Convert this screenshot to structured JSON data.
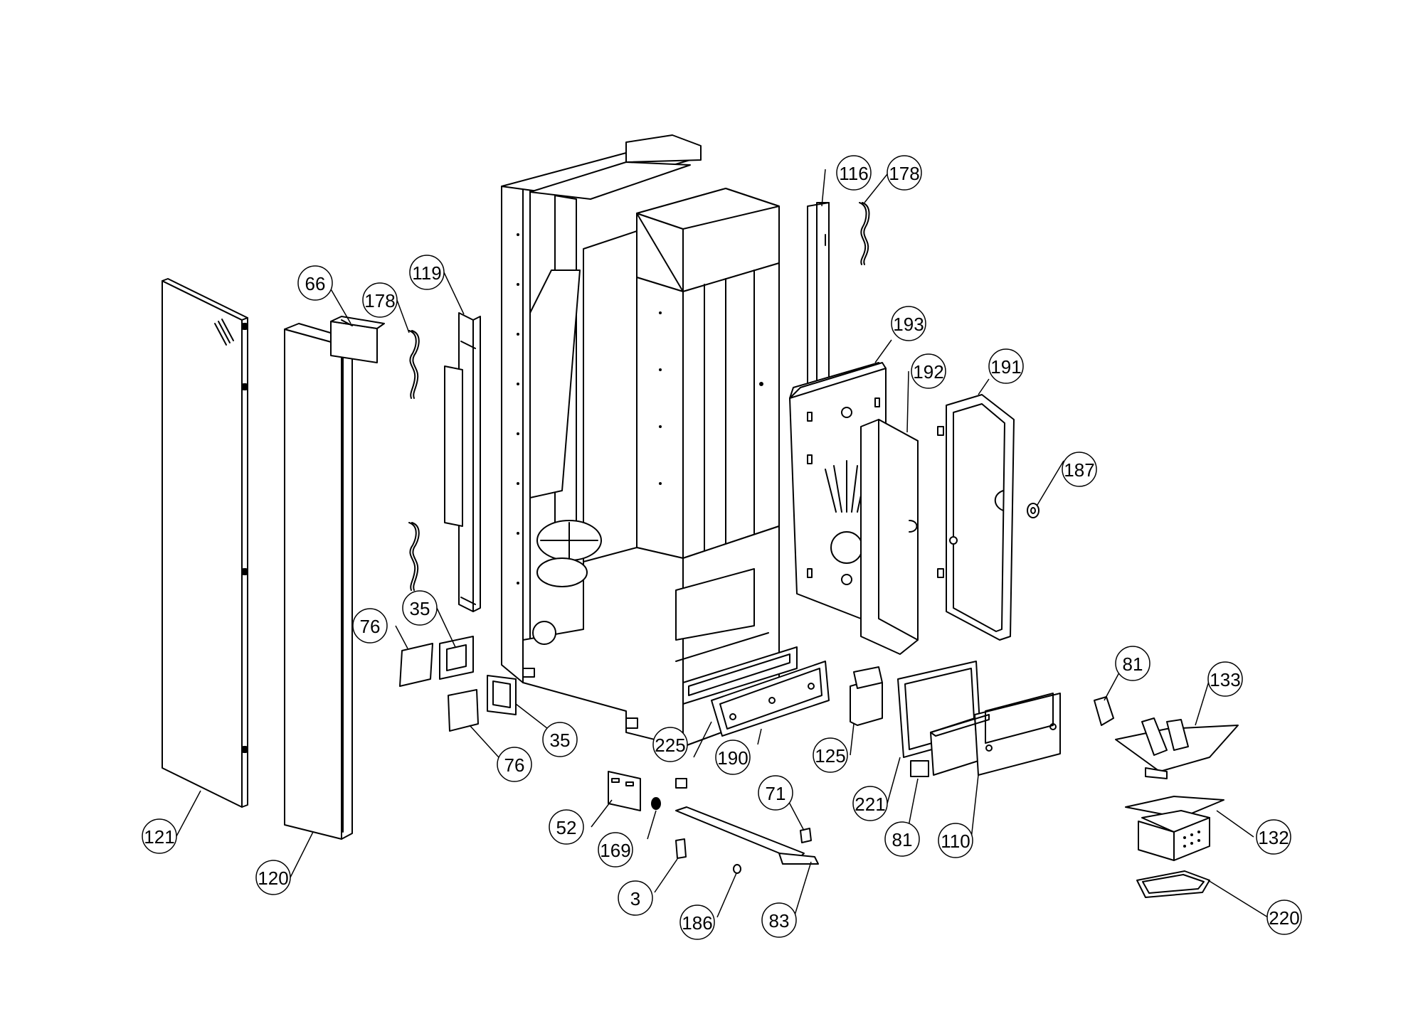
{
  "diagram": {
    "callouts": [
      {
        "id": "c121",
        "label": "121"
      },
      {
        "id": "c120",
        "label": "120"
      },
      {
        "id": "c66",
        "label": "66"
      },
      {
        "id": "c178a",
        "label": "178"
      },
      {
        "id": "c119",
        "label": "119"
      },
      {
        "id": "c116",
        "label": "116"
      },
      {
        "id": "c178b",
        "label": "178"
      },
      {
        "id": "c193",
        "label": "193"
      },
      {
        "id": "c192",
        "label": "192"
      },
      {
        "id": "c191",
        "label": "191"
      },
      {
        "id": "c187",
        "label": "187"
      },
      {
        "id": "c76a",
        "label": "76"
      },
      {
        "id": "c35a",
        "label": "35"
      },
      {
        "id": "c35b",
        "label": "35"
      },
      {
        "id": "c76b",
        "label": "76"
      },
      {
        "id": "c225",
        "label": "225"
      },
      {
        "id": "c190",
        "label": "190"
      },
      {
        "id": "c125",
        "label": "125"
      },
      {
        "id": "c221",
        "label": "221"
      },
      {
        "id": "c81a",
        "label": "81"
      },
      {
        "id": "c110",
        "label": "110"
      },
      {
        "id": "c81b",
        "label": "81"
      },
      {
        "id": "c133",
        "label": "133"
      },
      {
        "id": "c132",
        "label": "132"
      },
      {
        "id": "c220",
        "label": "220"
      },
      {
        "id": "c52",
        "label": "52"
      },
      {
        "id": "c169",
        "label": "169"
      },
      {
        "id": "c3",
        "label": "3"
      },
      {
        "id": "c186",
        "label": "186"
      },
      {
        "id": "c71",
        "label": "71"
      },
      {
        "id": "c83",
        "label": "83"
      }
    ]
  }
}
